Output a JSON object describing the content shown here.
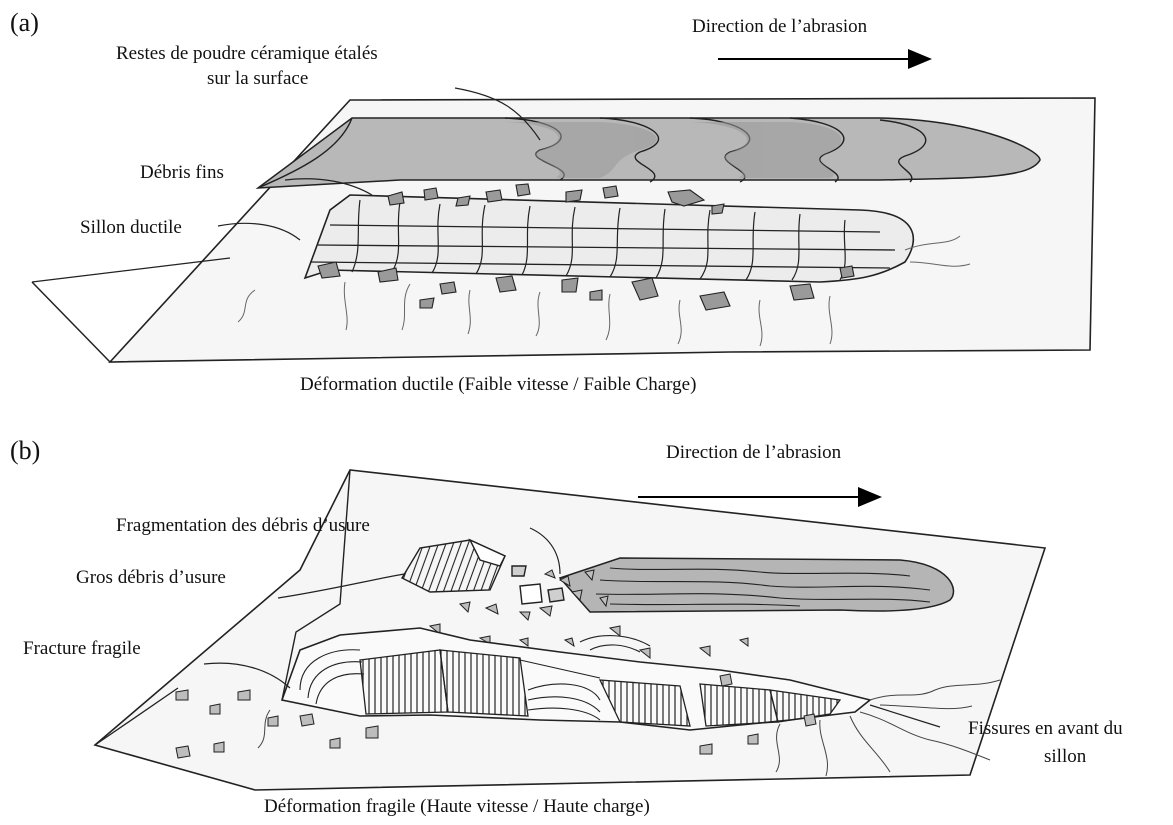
{
  "panel_a": {
    "label": "(a)",
    "direction": "Direction de l’abrasion",
    "callouts": {
      "powder_line1": "Restes de poudre céramique étalés",
      "powder_line2": "sur la surface",
      "fine_debris": "Débris fins",
      "ductile_groove": "Sillon ductile"
    },
    "caption": "Déformation ductile (Faible vitesse / Faible Charge)"
  },
  "panel_b": {
    "label": "(b)",
    "direction": "Direction de l’abrasion",
    "callouts": {
      "fragmentation": "Fragmentation des débris d’usure",
      "large_debris": "Gros débris d’usure",
      "brittle_fracture": "Fracture fragile",
      "cracks_line1": "Fissures en avant du",
      "cracks_line2": "sillon"
    },
    "caption": "Déformation fragile (Haute vitesse / Haute charge)"
  }
}
